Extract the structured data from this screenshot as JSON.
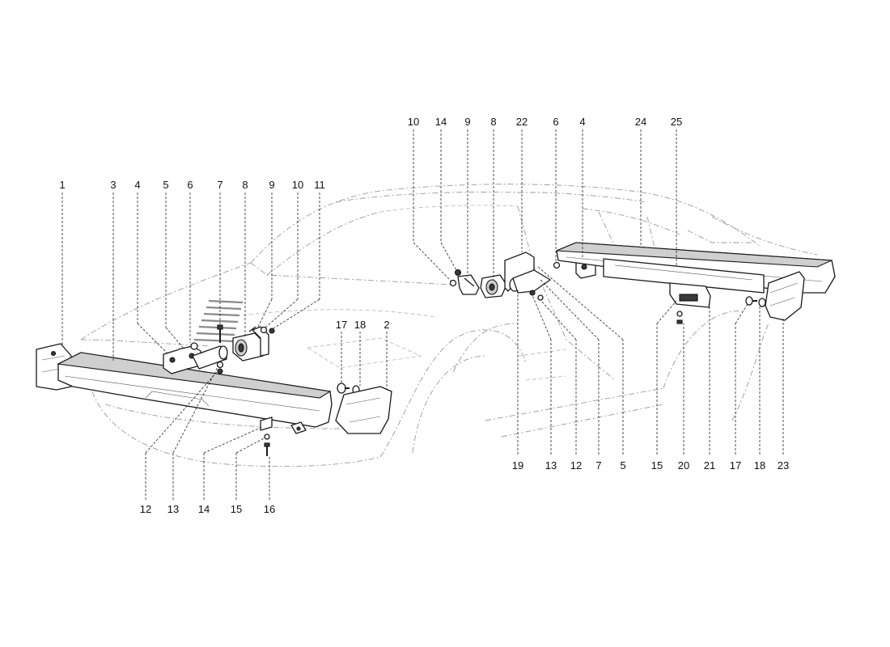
{
  "labels": {
    "front_top": [
      "1",
      "3",
      "4",
      "5",
      "6",
      "7",
      "8",
      "9",
      "10",
      "11",
      "17",
      "18",
      "2"
    ],
    "front_bottom": [
      "12",
      "13",
      "14",
      "15",
      "16"
    ],
    "rear_top": [
      "10",
      "14",
      "9",
      "8",
      "22",
      "6",
      "4",
      "24",
      "25"
    ],
    "rear_bottom": [
      "19",
      "13",
      "12",
      "7",
      "5",
      "15",
      "20",
      "21",
      "17",
      "18",
      "23"
    ]
  },
  "colors": {
    "ink": "#1a1a1a",
    "car_outline": "#9a9a9a",
    "paper": "#ffffff"
  }
}
